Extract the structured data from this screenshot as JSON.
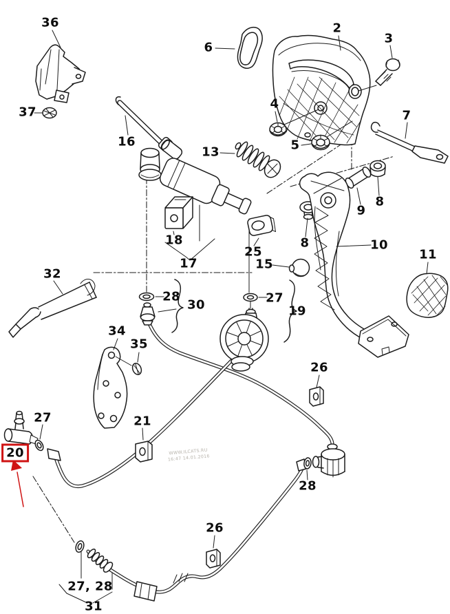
{
  "highlight": {
    "color": "#cf1313",
    "highlighted_label": "20"
  },
  "watermark": {
    "line1": "WWW.ILCATS.RU",
    "line2": "16:47 14.01.2016"
  },
  "labels": [
    {
      "id": "36",
      "text": "36"
    },
    {
      "id": "37",
      "text": "37"
    },
    {
      "id": "6",
      "text": "6"
    },
    {
      "id": "2",
      "text": "2"
    },
    {
      "id": "3",
      "text": "3"
    },
    {
      "id": "4",
      "text": "4"
    },
    {
      "id": "16",
      "text": "16"
    },
    {
      "id": "13",
      "text": "13"
    },
    {
      "id": "5",
      "text": "5"
    },
    {
      "id": "7",
      "text": "7"
    },
    {
      "id": "8-upper",
      "text": "8"
    },
    {
      "id": "9",
      "text": "9"
    },
    {
      "id": "8-lower",
      "text": "8"
    },
    {
      "id": "10",
      "text": "10"
    },
    {
      "id": "11",
      "text": "11"
    },
    {
      "id": "18",
      "text": "18"
    },
    {
      "id": "25",
      "text": "25"
    },
    {
      "id": "17",
      "text": "17"
    },
    {
      "id": "15",
      "text": "15"
    },
    {
      "id": "32",
      "text": "32"
    },
    {
      "id": "28-pipe",
      "text": "28"
    },
    {
      "id": "30",
      "text": "30"
    },
    {
      "id": "27-damper",
      "text": "27"
    },
    {
      "id": "19",
      "text": "19"
    },
    {
      "id": "34",
      "text": "34"
    },
    {
      "id": "35",
      "text": "35"
    },
    {
      "id": "26-upper",
      "text": "26"
    },
    {
      "id": "27-tee",
      "text": "27"
    },
    {
      "id": "21",
      "text": "21"
    },
    {
      "id": "20",
      "text": "20"
    },
    {
      "id": "28-slave",
      "text": "28"
    },
    {
      "id": "26-lower",
      "text": "26"
    },
    {
      "id": "27-28-hose",
      "text": "27, 28"
    },
    {
      "id": "31",
      "text": "31"
    }
  ]
}
